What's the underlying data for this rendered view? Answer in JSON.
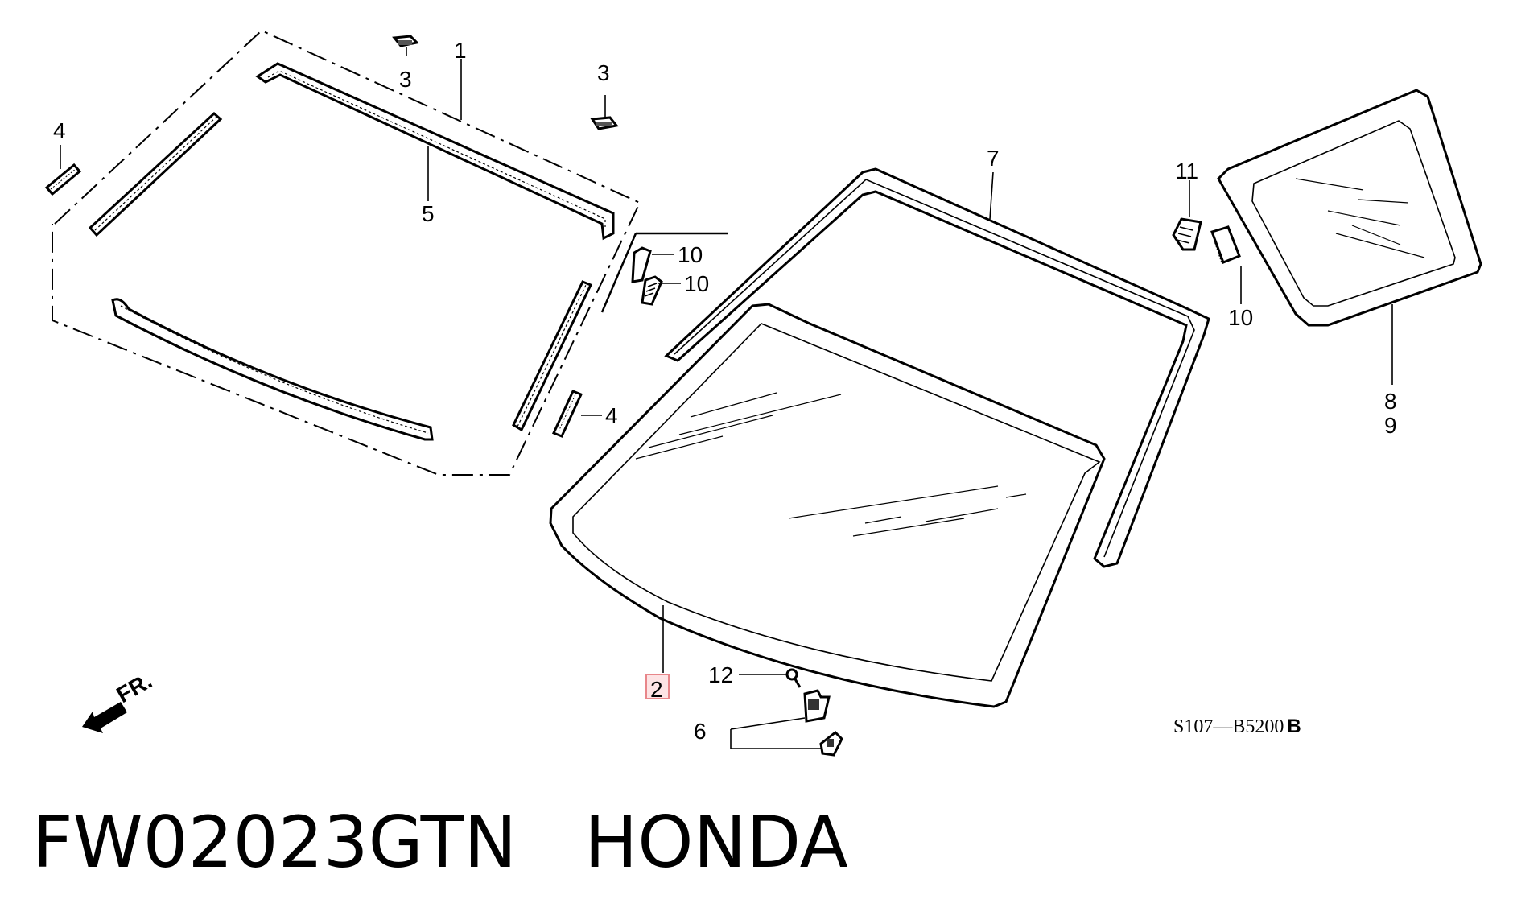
{
  "diagram": {
    "callouts": [
      {
        "id": "1",
        "label": "1"
      },
      {
        "id": "2",
        "label": "2",
        "highlighted": true
      },
      {
        "id": "3a",
        "label": "3"
      },
      {
        "id": "3b",
        "label": "3"
      },
      {
        "id": "4a",
        "label": "4"
      },
      {
        "id": "4b",
        "label": "4"
      },
      {
        "id": "5",
        "label": "5"
      },
      {
        "id": "6",
        "label": "6"
      },
      {
        "id": "7",
        "label": "7"
      },
      {
        "id": "8",
        "label": "8"
      },
      {
        "id": "9",
        "label": "9"
      },
      {
        "id": "10a",
        "label": "10"
      },
      {
        "id": "10b",
        "label": "10"
      },
      {
        "id": "10c",
        "label": "10"
      },
      {
        "id": "11",
        "label": "11"
      },
      {
        "id": "12",
        "label": "12"
      }
    ],
    "front_indicator": "FR.",
    "diagram_code": "S107—B5200",
    "diagram_code_suffix": "B",
    "highlight_color": "#e8868a"
  },
  "caption": "FW02023GTN   HONDA"
}
